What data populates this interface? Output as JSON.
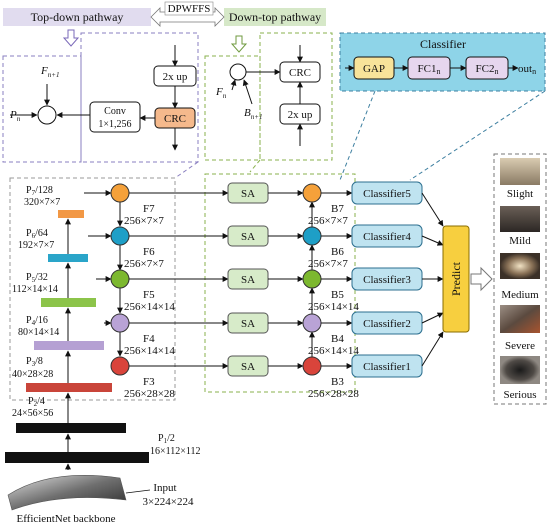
{
  "header": {
    "center_label": "DPWFFS",
    "topdown_label": "Top-down pathway",
    "downtop_label": "Down-top pathway",
    "classifier_title": "Classifier"
  },
  "topdown_detail": {
    "f_in": "F",
    "f_in_sub": "n+1",
    "p_in": "P",
    "p_in_sub": "n",
    "conv_line1": "Conv",
    "conv_line2": "1×1,256",
    "up_label": "2x up",
    "crc_label": "CRC"
  },
  "downtop_detail": {
    "f_in": "F",
    "f_in_sub": "n",
    "b_in": "B",
    "b_in_sub": "n+1",
    "crc_label": "CRC",
    "up_label": "2x up"
  },
  "classifier_detail": {
    "gap": "GAP",
    "fc1": "FC1",
    "fc1_sub": "n",
    "fc2": "FC2",
    "fc2_sub": "n",
    "out": "out",
    "out_sub": "n"
  },
  "pyramid": [
    {
      "p": "P",
      "p_sub": "7",
      "scale": "/128",
      "dims": "320×7×7"
    },
    {
      "p": "P",
      "p_sub": "6",
      "scale": "/64",
      "dims": "192×7×7"
    },
    {
      "p": "P",
      "p_sub": "5",
      "scale": "/32",
      "dims": "112×14×14"
    },
    {
      "p": "P",
      "p_sub": "4",
      "scale": "/16",
      "dims": "80×14×14"
    },
    {
      "p": "P",
      "p_sub": "3",
      "scale": "/8",
      "dims": "40×28×28"
    }
  ],
  "backbone": {
    "p2": "P",
    "p2_sub": "2",
    "p2_scale": "/4",
    "p2_dims": "24×56×56",
    "p1": "P",
    "p1_sub": "1",
    "p1_scale": "/2",
    "p1_dims": "16×112×112",
    "input_label": "Input",
    "input_dims": "3×224×224",
    "backbone_label": "EfficientNet backbone"
  },
  "topdown_features": [
    {
      "name": "F7",
      "dims": "256×7×7"
    },
    {
      "name": "F6",
      "dims": "256×7×7"
    },
    {
      "name": "F5",
      "dims": "256×14×14"
    },
    {
      "name": "F4",
      "dims": "256×14×14"
    },
    {
      "name": "F3",
      "dims": "256×28×28"
    }
  ],
  "sa_label": "SA",
  "downtop_features": [
    {
      "name": "B7",
      "dims": "256×7×7"
    },
    {
      "name": "B6",
      "dims": "256×7×7"
    },
    {
      "name": "B5",
      "dims": "256×14×14"
    },
    {
      "name": "B4",
      "dims": "256×14×14"
    },
    {
      "name": "B3",
      "dims": "256×28×28"
    }
  ],
  "classifiers": [
    "Classifier5",
    "Classifier4",
    "Classifier3",
    "Classifier2",
    "Classifier1"
  ],
  "predict_label": "Predict",
  "outputs": [
    "Slight",
    "Mild",
    "Medium",
    "Severe",
    "Serious"
  ],
  "colors": {
    "node_orange": "#f5a13a",
    "node_blue": "#1e9fc7",
    "node_green": "#7cb82f",
    "node_purple": "#b9a3d6",
    "node_red": "#d9443b",
    "bar_orange": "#f29845",
    "bar_blue": "#2aa5c9",
    "bar_green": "#8cc44a",
    "bar_purple": "#b5a0d3",
    "bar_red": "#c9453a",
    "sa_fill": "#d7ebc9",
    "classifier_fill": "#bfe3f0",
    "predict_fill": "#f7cf3f",
    "crc_fill": "#f5b98c",
    "gap_fill": "#f8e39a",
    "fc_fill": "#e6d6ee",
    "classifier_panel": "#8ed4e8"
  }
}
